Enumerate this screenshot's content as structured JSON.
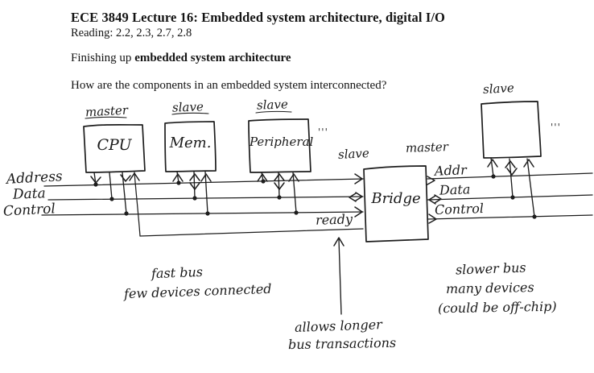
{
  "header": {
    "title": "ECE 3849 Lecture 16: Embedded system architecture, digital I/O",
    "reading": "Reading: 2.2, 2.3, 2.7, 2.8",
    "finishing_prefix": "Finishing up ",
    "finishing_emphasis": "embedded system architecture",
    "question": "How are the components in an embedded system interconnected?"
  },
  "diagram": {
    "cpu_role": "master",
    "cpu_label": "CPU",
    "mem_role": "slave",
    "mem_label": "Mem.",
    "peripheral_role": "slave",
    "peripheral_label": "Peripheral",
    "bridge_role_left": "slave",
    "bridge_role_right": "master",
    "bridge_label": "Bridge",
    "right_slave_role": "slave",
    "ellipsis_marks": "'''",
    "bus_left_address": "Address",
    "bus_left_data": "Data",
    "bus_left_control": "Control",
    "bus_right_addr": "Addr",
    "bus_right_data": "Data",
    "bus_right_control": "Control",
    "ready_label": "ready",
    "note_fast_line1": "fast bus",
    "note_fast_line2": "few devices connected",
    "note_bridge_line1": "allows longer",
    "note_bridge_line2": "bus transactions",
    "note_slow_line1": "slower bus",
    "note_slow_line2": "many devices",
    "note_slow_line3": "(could be off-chip)"
  }
}
